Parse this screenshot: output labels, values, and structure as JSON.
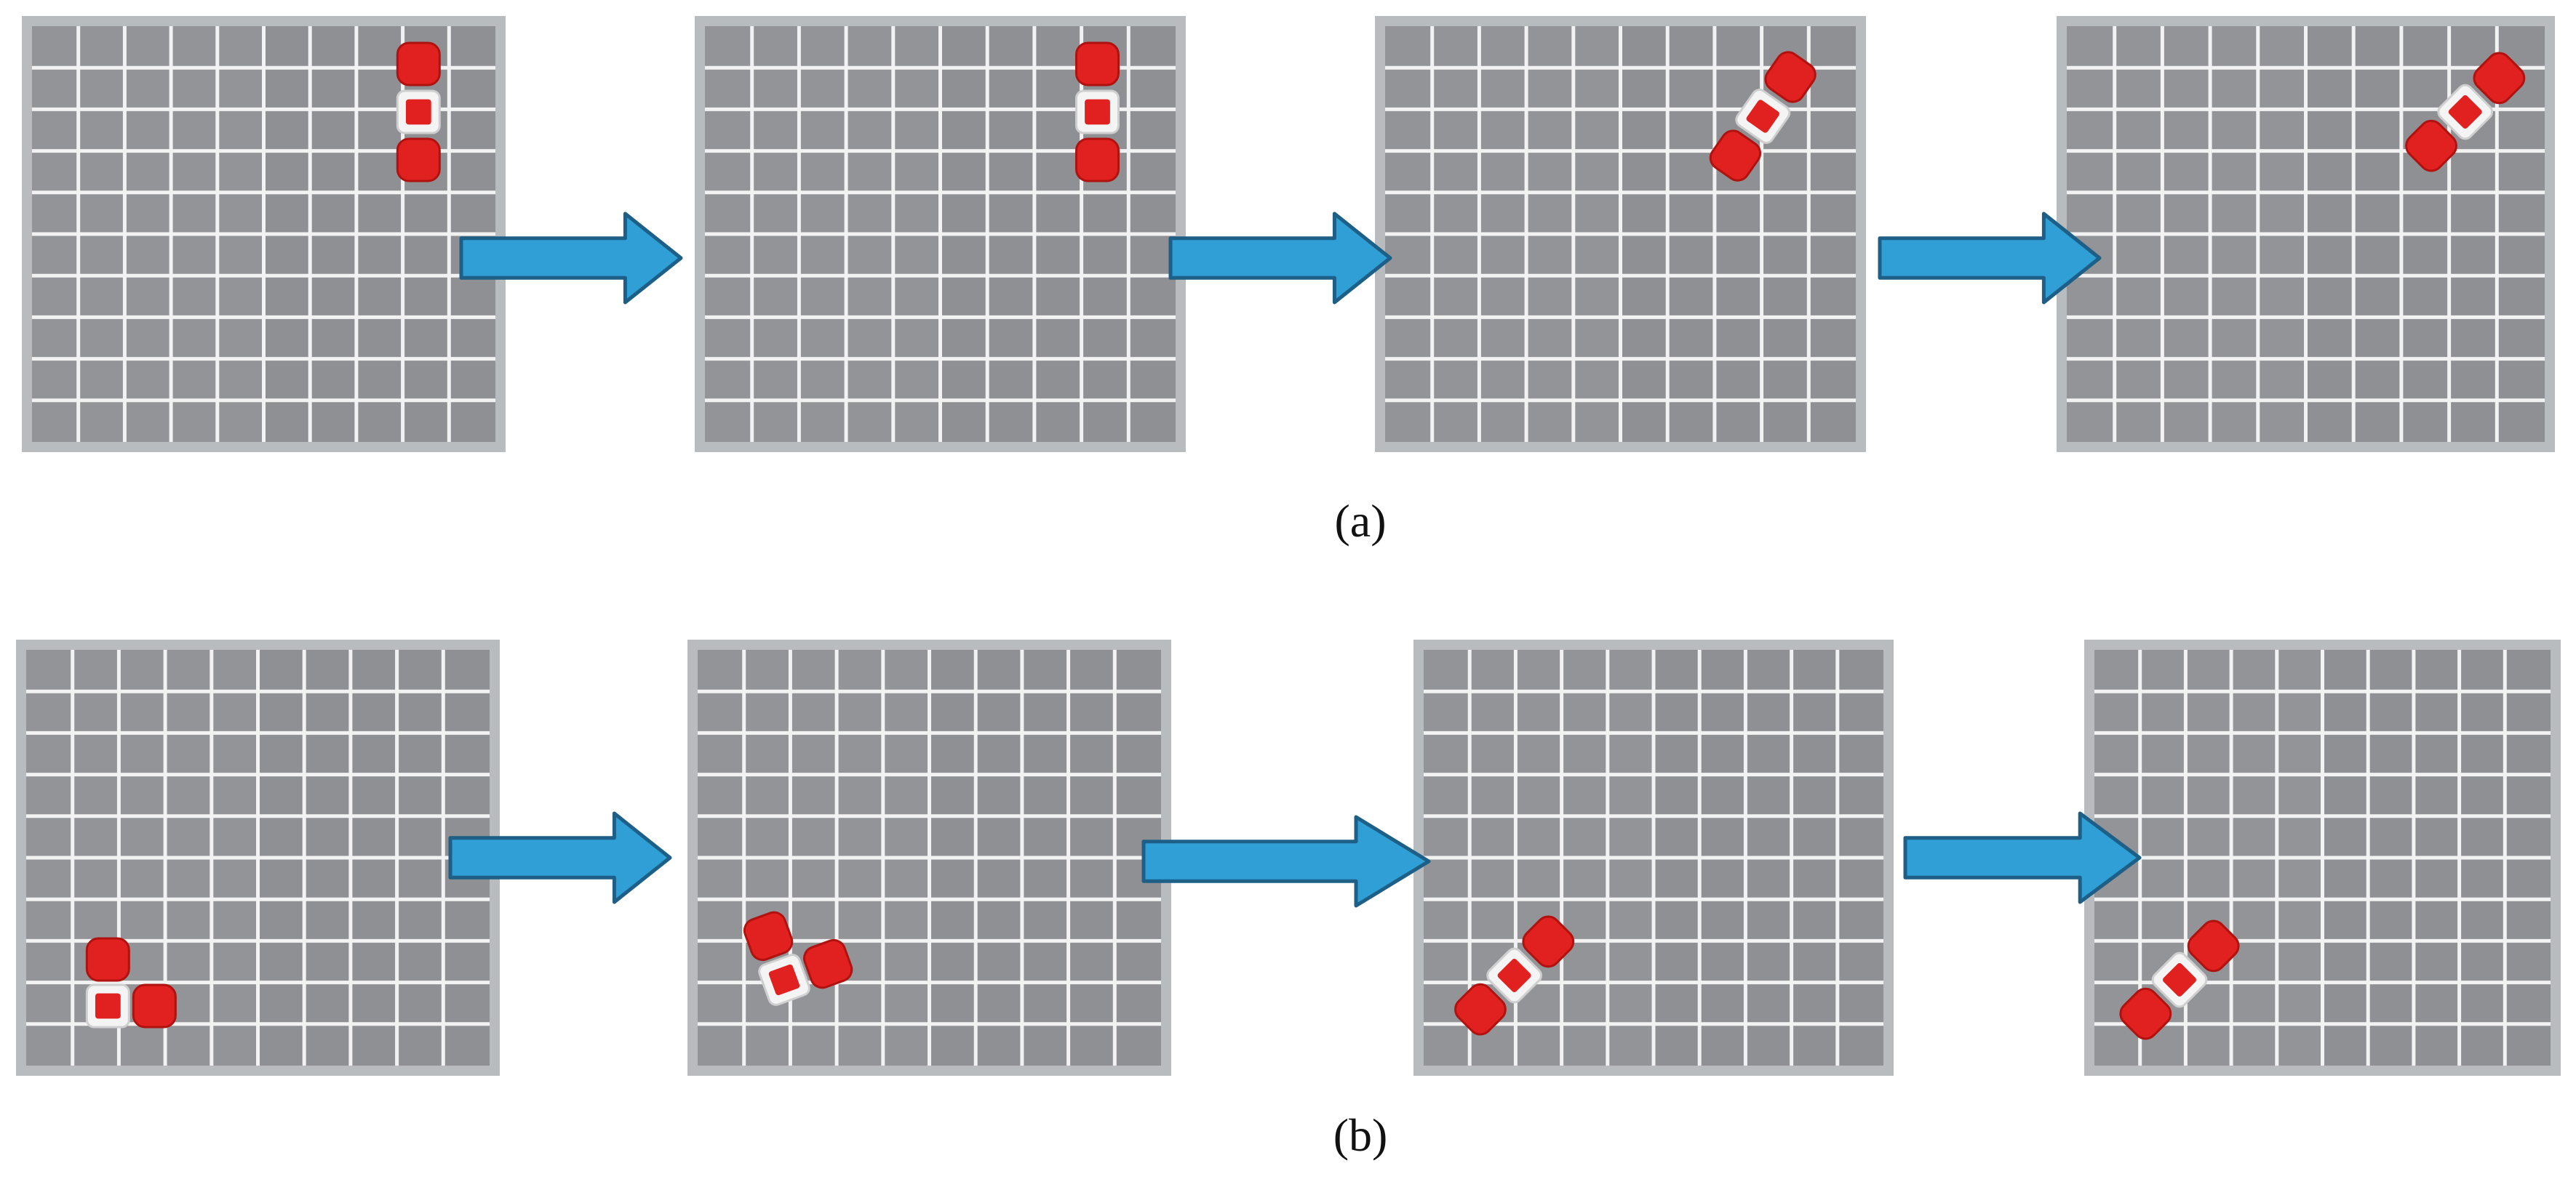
{
  "figure": {
    "labels": [
      "(a)",
      "(b)"
    ]
  },
  "colors": {
    "mat": "#8e9093",
    "grid_line": "#f2f2f2",
    "frame": "#b9bcbf",
    "module_red": "#e0211f",
    "module_red_dark": "#b0120f",
    "center_white": "#f4f4f4",
    "arrow_fill": "#2f9fd6",
    "arrow_stroke": "#1d5f86"
  },
  "sequences": [
    {
      "id": "a",
      "label": "(a)",
      "frames": [
        "configuration-1",
        "configuration-2",
        "configuration-3",
        "configuration-4"
      ]
    },
    {
      "id": "b",
      "label": "(b)",
      "frames": [
        "configuration-1",
        "configuration-2",
        "configuration-3",
        "configuration-4"
      ]
    }
  ],
  "icons": [
    "right-arrow-icon",
    "robot-module-icon"
  ]
}
